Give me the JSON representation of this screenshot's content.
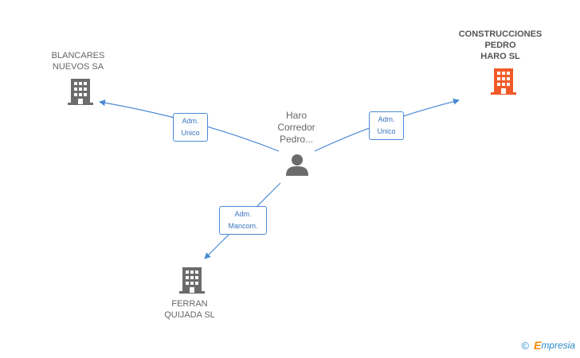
{
  "nodes": {
    "blancares": {
      "line1": "BLANCARES",
      "line2": "NUEVOS SA"
    },
    "construcciones": {
      "line1": "CONSTRUCCIONES",
      "line2": "PEDRO",
      "line3": "HARO SL"
    },
    "person": {
      "line1": "Haro",
      "line2": "Corredor",
      "line3": "Pedro..."
    },
    "ferran": {
      "line1": "FERRAN",
      "line2": "QUIJADA SL"
    }
  },
  "edges": {
    "to_blancares": {
      "line1": "Adm.",
      "line2": "Unico"
    },
    "to_construcciones": {
      "line1": "Adm.",
      "line2": "Unico"
    },
    "to_ferran": {
      "line1": "Adm.",
      "line2": "Mancom."
    }
  },
  "colors": {
    "edge": "#4a8ad4",
    "company_icon": "#6b6b6b",
    "main_company_icon": "#f05a28",
    "person_icon": "#6b6b6b"
  },
  "footer": {
    "copyright": "©",
    "brand_first": "E",
    "brand_rest": "mpresia"
  }
}
